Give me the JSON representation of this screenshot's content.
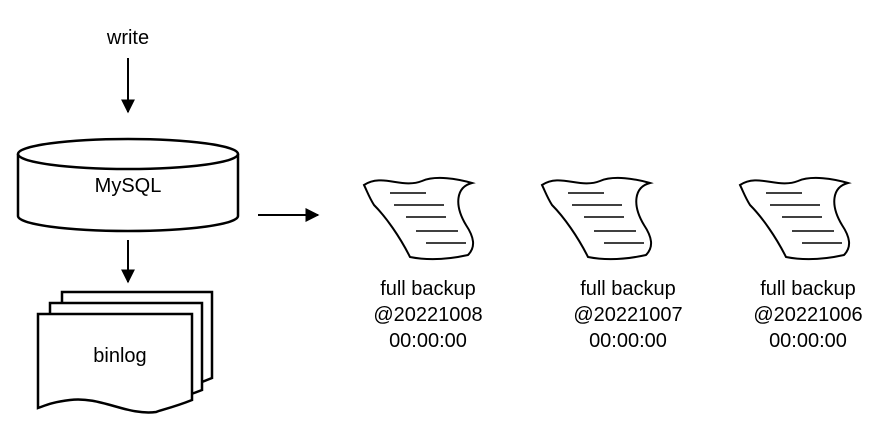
{
  "diagram": {
    "write_label": "write",
    "mysql_label": "MySQL",
    "binlog_label": "binlog",
    "backups": [
      {
        "line1": "full backup",
        "line2": "@20221008",
        "line3": "00:00:00"
      },
      {
        "line1": "full backup",
        "line2": "@20221007",
        "line3": "00:00:00"
      },
      {
        "line1": "full backup",
        "line2": "@20221006",
        "line3": "00:00:00"
      }
    ]
  }
}
